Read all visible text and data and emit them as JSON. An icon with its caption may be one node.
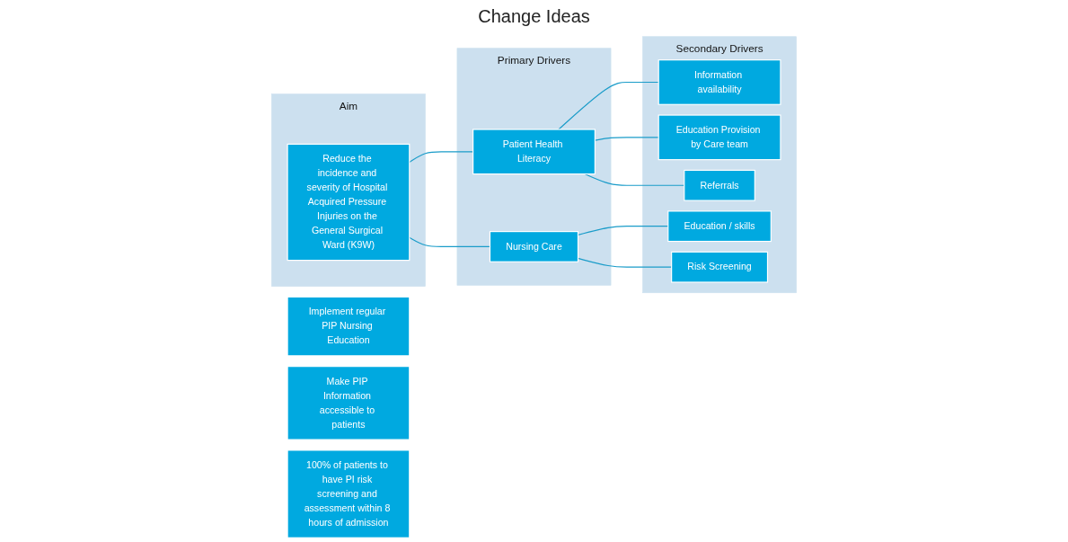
{
  "diagram": {
    "nodes": [
      {
        "text": [
          "Aim"
        ]
      },
      {
        "text": [
          "Reduce the incidence and severity of Hospital Acquired Pressure Injuries on the General Surgical Ward (K9W)"
        ],
        "in": 0
      },
      {
        "text": [
          "Primary Drivers"
        ]
      },
      {
        "text": [
          "Patient Health Literacy"
        ],
        "in": 2
      },
      {
        "text": [
          "Nursing Care"
        ],
        "in": 2
      },
      {
        "text": [
          "Secondary Drivers"
        ]
      },
      {
        "text": [
          "Information availability"
        ],
        "in": 5
      },
      {
        "text": [
          "Education Provision by Care team"
        ],
        "in": 5
      },
      {
        "text": [
          "Referrals"
        ],
        "in": 5
      },
      {
        "text": [
          "Education / skills"
        ],
        "in": 5
      },
      {
        "text": [
          "Risk Screening"
        ],
        "in": 5
      },
      {
        "text": [
          "Implement regular PIP Nursing Education"
        ]
      },
      {
        "text": [
          "Make PIP Information accessible to patients"
        ]
      },
      {
        "text": [
          "100% of patients to have PI risk screening and assessment within 8 hours of admission"
        ]
      }
    ],
    "edges": [
      {
        "from": 1,
        "to": 3,
        "arrow": "none"
      },
      {
        "from": 1,
        "to": 4,
        "arrow": "none"
      },
      {
        "from": 3,
        "to": 6,
        "arrow": "none"
      },
      {
        "from": 3,
        "to": 7,
        "arrow": "none"
      },
      {
        "from": 3,
        "to": 8,
        "arrow": "none"
      },
      {
        "from": 4,
        "to": 9,
        "arrow": "none"
      },
      {
        "from": 4,
        "to": 10,
        "arrow": "none"
      }
    ],
    "labels": [
      "Change Ideas"
    ]
  }
}
